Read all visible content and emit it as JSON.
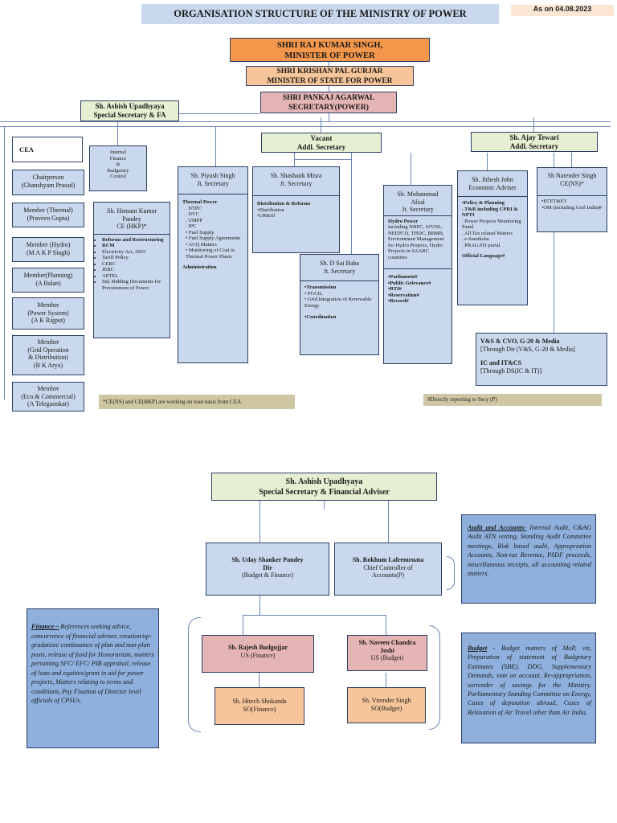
{
  "header": {
    "title": "ORGANISATION STRUCTURE OF THE MINISTRY OF POWER",
    "date": "As on 04.08.2023"
  },
  "minister": {
    "line1": "SHRI RAJ KUMAR SINGH,",
    "line2": "MINISTER OF POWER"
  },
  "mos": {
    "line1": "SHRI KRISHAN PAL GURJAR",
    "line2": "MINISTER OF STATE FOR POWER"
  },
  "secretary": {
    "line1": "SHRI PANKAJ AGARWAL",
    "line2": "SECRETARY(POWER)"
  },
  "ssfa": {
    "line1": "Sh. Ashish Upadhyaya",
    "line2": "Special Secretary & FA"
  },
  "addl_vacant": {
    "line1": "Vacant",
    "line2": "Addl. Secretary"
  },
  "addl_tewari": {
    "line1": "Sh. Ajay Tewari",
    "line2": "Addl. Secretary"
  },
  "cea": {
    "title": "CEA",
    "members": [
      {
        "l1": "Chairperson",
        "l2": "(Ghanshyam Prasad)"
      },
      {
        "l1": "Member (Thermal)",
        "l2": "(Praveen Gupta)"
      },
      {
        "l1": "Member (Hydro)",
        "l2": "(M A K P Singh)"
      },
      {
        "l1": "Member(Planning)",
        "l2": "(A Balan)"
      },
      {
        "l1": "Member",
        "l2": "(Power System)",
        "l3": "(A K Rajput)"
      },
      {
        "l1": "Member",
        "l2": "(Grid Operation",
        "l3": "& Distribution)",
        "l4": "(B K Arya)"
      },
      {
        "l1": "Member",
        "l2": "(Eco.& Commercial)",
        "l3": "(A Telegaonkar)"
      }
    ]
  },
  "ifbc": {
    "l1": "Internal",
    "l2": "Finance",
    "l3": "&",
    "l4": "Budgetary",
    "l5": "Control"
  },
  "hemant": {
    "l1": "Sh. Hemant Kumar",
    "l2": "Pandey",
    "l3": "CE (HKP)*",
    "items": [
      "Reforms and Restructuring",
      "RCM",
      "Electricity Act, 2003",
      "Tariff Policy",
      "CERC",
      "JERC",
      "APTEL",
      "Std. Bidding Documents for Procurement of Power"
    ]
  },
  "piyush": {
    "l1": "Sh. Piyush Singh",
    "l2": "Jt. Secretary",
    "head": "Thermal Power",
    "items": [
      "NTPC",
      "DVC",
      "UMPP",
      "IPC",
      "Fuel Supply",
      "Fuel Supply Agreements",
      "ACQ Matters",
      "Monitoring of Coal to Thermal Power Plants"
    ],
    "admin": "Administration"
  },
  "shashank": {
    "l1": "Sh. Shashank Misra",
    "l2": "Jt. Secretary",
    "head": "Distribution & Reforms",
    "items": [
      "•Distribution",
      "•UR&SI"
    ]
  },
  "saibaba": {
    "l1": "Sh. D Sai Baba",
    "l2": "Jt. Secretary",
    "items": [
      "•Transmission",
      "• PGCIL",
      "• Grid Integration of Renewable Energy"
    ],
    "coord": "•Coordination"
  },
  "afzal": {
    "l1": "Sh. Mohammad",
    "l2": "Afzal",
    "l3": "Jt. Secretary",
    "head": "Hydro Power",
    "desc": "including NHPC, SJVNL, NEEPCO, THDC, BBMB, Environment Management for Hydro Projects, Hydro Projects in SAARC countries",
    "items": [
      "•Parliament#",
      "•Public Grievance#",
      "•RTI#",
      "•Reservation#",
      "•Record#"
    ]
  },
  "jithesh": {
    "l1": "Sh. Jithesh John",
    "l2": "Economic Adviser",
    "head": "•Policy & Planning",
    "items": [
      ". T&R including CPRI & NPTI",
      ". Power Projects Monitoring Panel",
      ". All Tax related Matters",
      ". e-Samiksha",
      ". PRAGATI portal"
    ],
    "lang": "Official Language#"
  },
  "narender": {
    "l1": "Sh Narender Singh",
    "l2": "CE(NS)*",
    "items": [
      "•ECET&EV",
      "•OM (including Grid India)#"
    ]
  },
  "vs": {
    "l1": "V&S & CVO, G-20 & Media",
    "l2": "[Through Dir (V&S, G-20 & Media]",
    "l3": "IC and IT&CS",
    "l4": "[Through DS(IC & IT)]"
  },
  "note_left": "*CE(NS) and CE(HKP) are working on loan basis from CEA.",
  "note_right": "#Directly reporting to Secy (P)",
  "lower": {
    "top": {
      "l1": "Sh. Ashish Upadhyaya",
      "l2": "Special Secretary & Financial Adviser"
    },
    "uday": {
      "l1": "Sh. Uday Shanker Pandey",
      "l2": "Dir",
      "l3": "(Budget & Finance)"
    },
    "rokhum": {
      "l1": "Sh. Rokhum Lalremruata",
      "l2": "Chief Controller of",
      "l3": "Accounts(P)"
    },
    "rajesh": {
      "l1": "Sh. Rajesh Budgujjar",
      "l2": "US (Finance)"
    },
    "naveen": {
      "l1": "Sh. Naveen Chandra",
      "l2": "Joshi",
      "l3": "US (Budget)"
    },
    "hitesh": {
      "l1": "Sh. Hitech Shokanda",
      "l2": "SO(Finance)"
    },
    "virender": {
      "l1": "Sh. Virender Singh",
      "l2": "SO(Budget)"
    },
    "audit": {
      "head": "Audit and Accounts-",
      "text": " Internal Audit, C&AG Audit ATN vetting, Standing Audit Committee meetings, Risk based audit, Appropriation Accounts, Non-tax Revenue, PSDF proceeds, miscellaneous receipts, all accounting related matters."
    },
    "finance": {
      "head": "Finance –",
      "text": " References seeking advice, concurrence of financial adviser, creation/up- gradation/ continuance of plan and non-plan posts, release of fund for Honorarium, matters pertaining SFC/ EFC/ PIB appraisal, release of loan and equities/grant in aid for power projects, Matters relating to terms and conditions, Pay Fixation of Director level officials of CPSUs."
    },
    "budget": {
      "head": "Budget",
      "text": " - Budget matters of MoP, viz, Preparation of statement of Budgetary Estimates (SBE), DDG, Supplementary Demands, vote on account, Re-appropriation, surrender of savings for the Ministry. Parliamentary Standing Committee on Energy, Cases of deputation abroad, Cases of Relaxation of Air Travel other than Air India."
    }
  }
}
